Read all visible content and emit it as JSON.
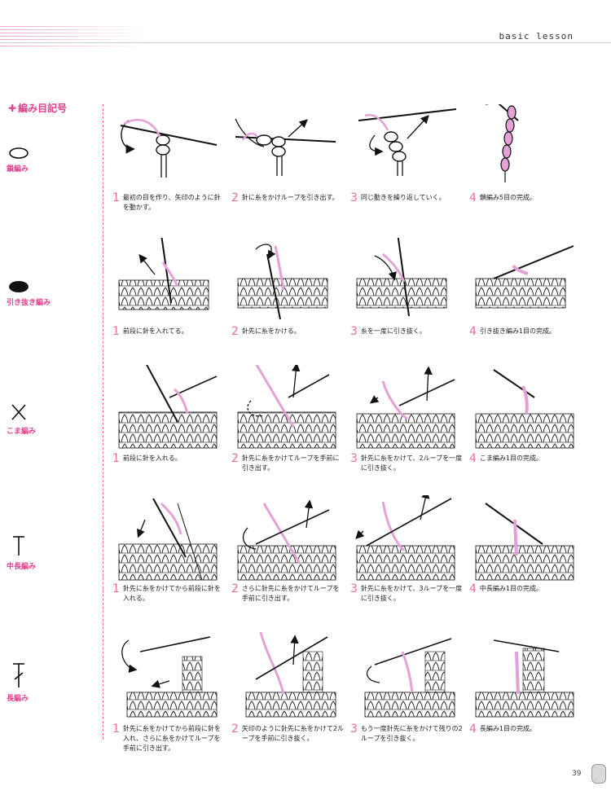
{
  "header": {
    "title": "basic lesson"
  },
  "section": {
    "title": "編み目記号"
  },
  "stitches": [
    {
      "symbol": "chain",
      "name": "鎖編み",
      "steps": [
        {
          "num": "1",
          "text": "最初の目を作り、矢印のように針を動かす。"
        },
        {
          "num": "2",
          "text": "針に糸をかけループを引き出す。"
        },
        {
          "num": "3",
          "text": "同じ動きを繰り返していく。"
        },
        {
          "num": "4",
          "text": "鎖編み5目の完成。"
        }
      ]
    },
    {
      "symbol": "slip",
      "name": "引き抜き編み",
      "steps": [
        {
          "num": "1",
          "text": "前段に針を入れてる。"
        },
        {
          "num": "2",
          "text": "針先に糸をかける。"
        },
        {
          "num": "3",
          "text": "糸を一度に引き抜く。"
        },
        {
          "num": "4",
          "text": "引き抜き編み1目の完成。"
        }
      ]
    },
    {
      "symbol": "single",
      "name": "こま編み",
      "steps": [
        {
          "num": "1",
          "text": "前段に針を入れる。"
        },
        {
          "num": "2",
          "text": "針先に糸をかけてループを手前に引き出す。"
        },
        {
          "num": "3",
          "text": "針先に糸をかけて、2ループを一度に引き抜く。"
        },
        {
          "num": "4",
          "text": "こま編み1目の完成。"
        }
      ]
    },
    {
      "symbol": "half-double",
      "name": "中長編み",
      "steps": [
        {
          "num": "1",
          "text": "針先に糸をかけてから前段に針を入れる。"
        },
        {
          "num": "2",
          "text": "さらに針先に糸をかけてループを手前に引き出す。"
        },
        {
          "num": "3",
          "text": "針先に糸をかけて、3ループを一度に引き抜く。"
        },
        {
          "num": "4",
          "text": "中長編み1目の完成。"
        }
      ]
    },
    {
      "symbol": "double",
      "name": "長編み",
      "steps": [
        {
          "num": "1",
          "text": "針先に糸をかけてから前段に針を入れ、さらに糸をかけてループを手前に引き出す。"
        },
        {
          "num": "2",
          "text": "矢印のように針先に糸をかけて2ループを手前に引き抜く。"
        },
        {
          "num": "3",
          "text": "もう一度針先に糸をかけて残りの2ループを引き抜く。"
        },
        {
          "num": "4",
          "text": "長編み1目の完成。"
        }
      ]
    }
  ],
  "footer": {
    "page": "39"
  },
  "colors": {
    "accent": "#e2418f",
    "yarn": "#e5a0d8",
    "line": "#222222"
  }
}
